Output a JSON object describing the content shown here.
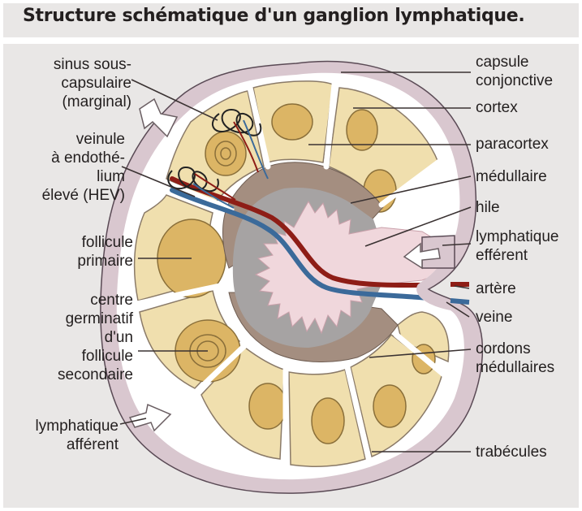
{
  "title": "Structure schématique d'un ganglion lymphatique.",
  "labels": {
    "sinus": [
      "sinus sous-",
      "capsulaire",
      "(marginal)"
    ],
    "hev": [
      "veinule",
      "à endothé-",
      "lium",
      "élevé (HEV)"
    ],
    "follicule_primaire": [
      "follicule",
      "primaire"
    ],
    "centre_germinatif": [
      "centre",
      "germinatif",
      "d'un",
      "follicule",
      "secondaire"
    ],
    "lymph_afferent": [
      "lymphatique",
      "afférent"
    ],
    "capsule": [
      "capsule",
      "conjonctive"
    ],
    "cortex": "cortex",
    "paracortex": "paracortex",
    "medullaire": "médullaire",
    "hile": "hile",
    "lymph_efferent": [
      "lymphatique",
      "efférent"
    ],
    "artere": "artère",
    "veine": "veine",
    "cordons": [
      "cordons",
      "médullaires"
    ],
    "trabecules": "trabécules"
  },
  "colors": {
    "capsule": "#d9c7cf",
    "sinus": "#ffffff",
    "cortex": "#f0dfae",
    "follicle": "#dcb565",
    "paracortex": "#a48e80",
    "medulla": "#a6a3a3",
    "hilum": "#f0d7dc",
    "artery": "#8e1d16",
    "vein": "#3b6a9a",
    "leader": "#3a3232"
  }
}
